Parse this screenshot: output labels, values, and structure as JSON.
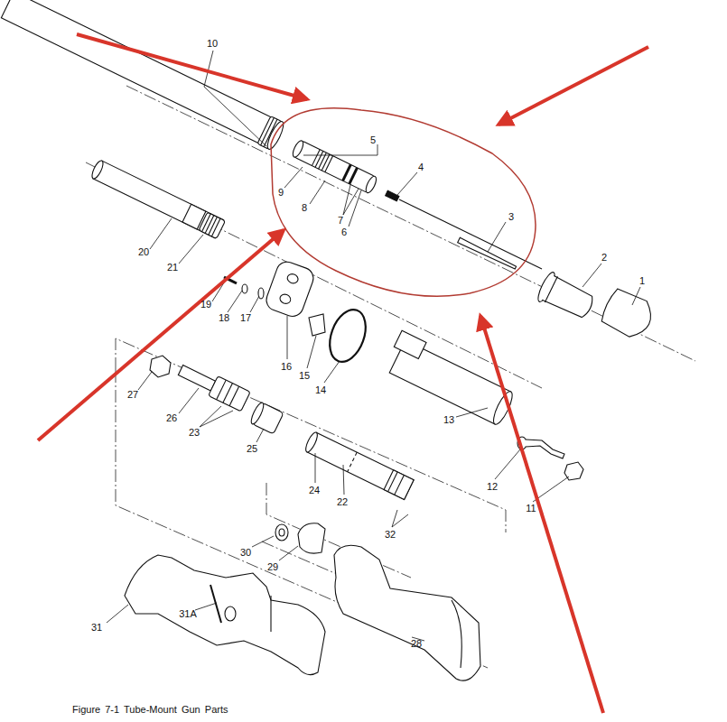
{
  "diagram": {
    "caption": "Figure 7-1 Tube-Mount Gun Parts",
    "labels": [
      "10",
      "5",
      "4",
      "9",
      "8",
      "7",
      "6",
      "3",
      "2",
      "1",
      "20",
      "21",
      "19",
      "18",
      "17",
      "16",
      "15",
      "14",
      "13",
      "12",
      "11",
      "27",
      "26",
      "23",
      "25",
      "24",
      "22",
      "32",
      "30",
      "29",
      "31",
      "31A",
      "28"
    ]
  }
}
